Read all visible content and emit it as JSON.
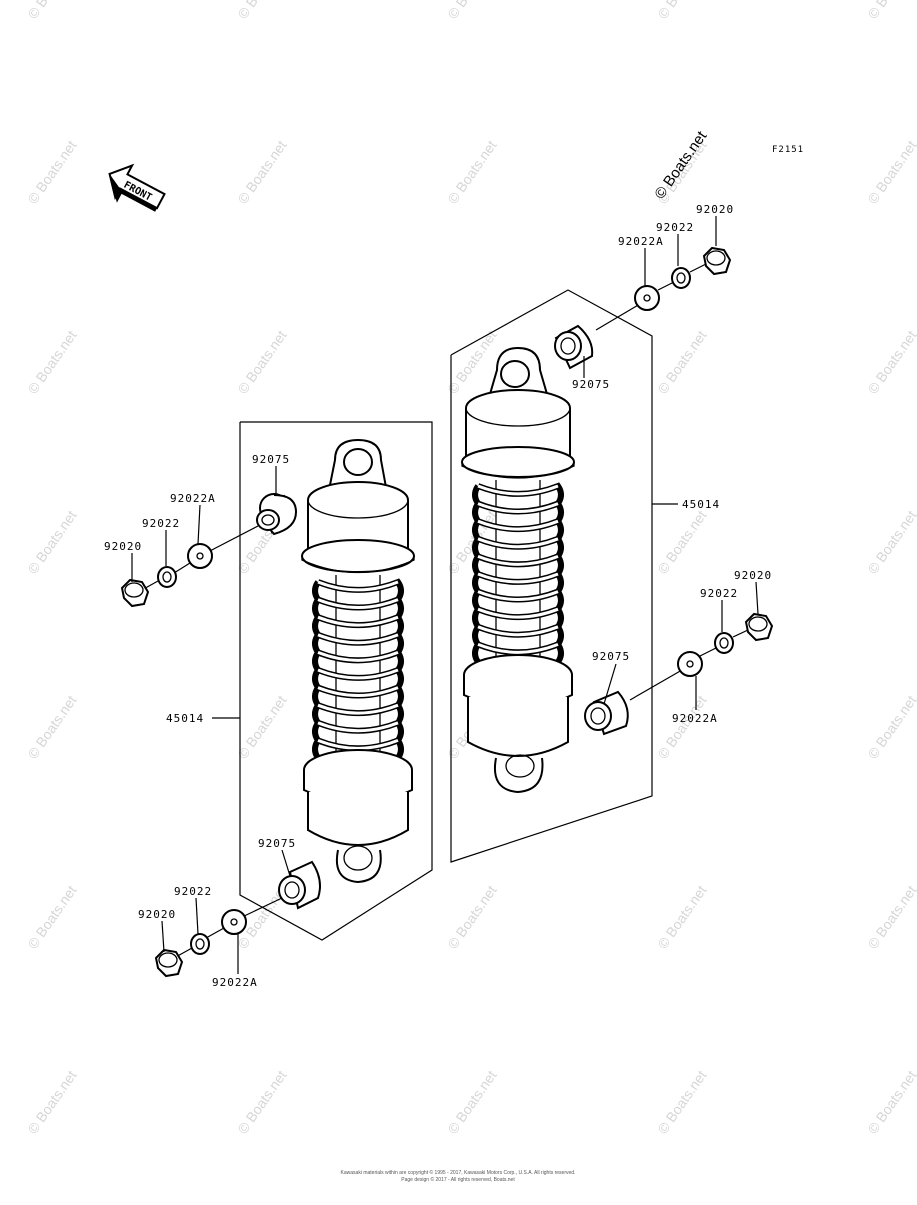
{
  "figure_code": "F2151",
  "front_label": "FRONT",
  "watermark": "© Boats.net",
  "footer": {
    "line1": "Kawasaki materials within are copyright © 1995 - 2017, Kawasaki Motors Corp., U.S.A. All rights reserved.",
    "line2": "Page design © 2017 - All rights reserved, Boats.net"
  },
  "part_numbers": {
    "shock_absorber": "45014",
    "bushing": "92075",
    "washer_a": "92022A",
    "washer": "92022",
    "nut": "92020"
  }
}
